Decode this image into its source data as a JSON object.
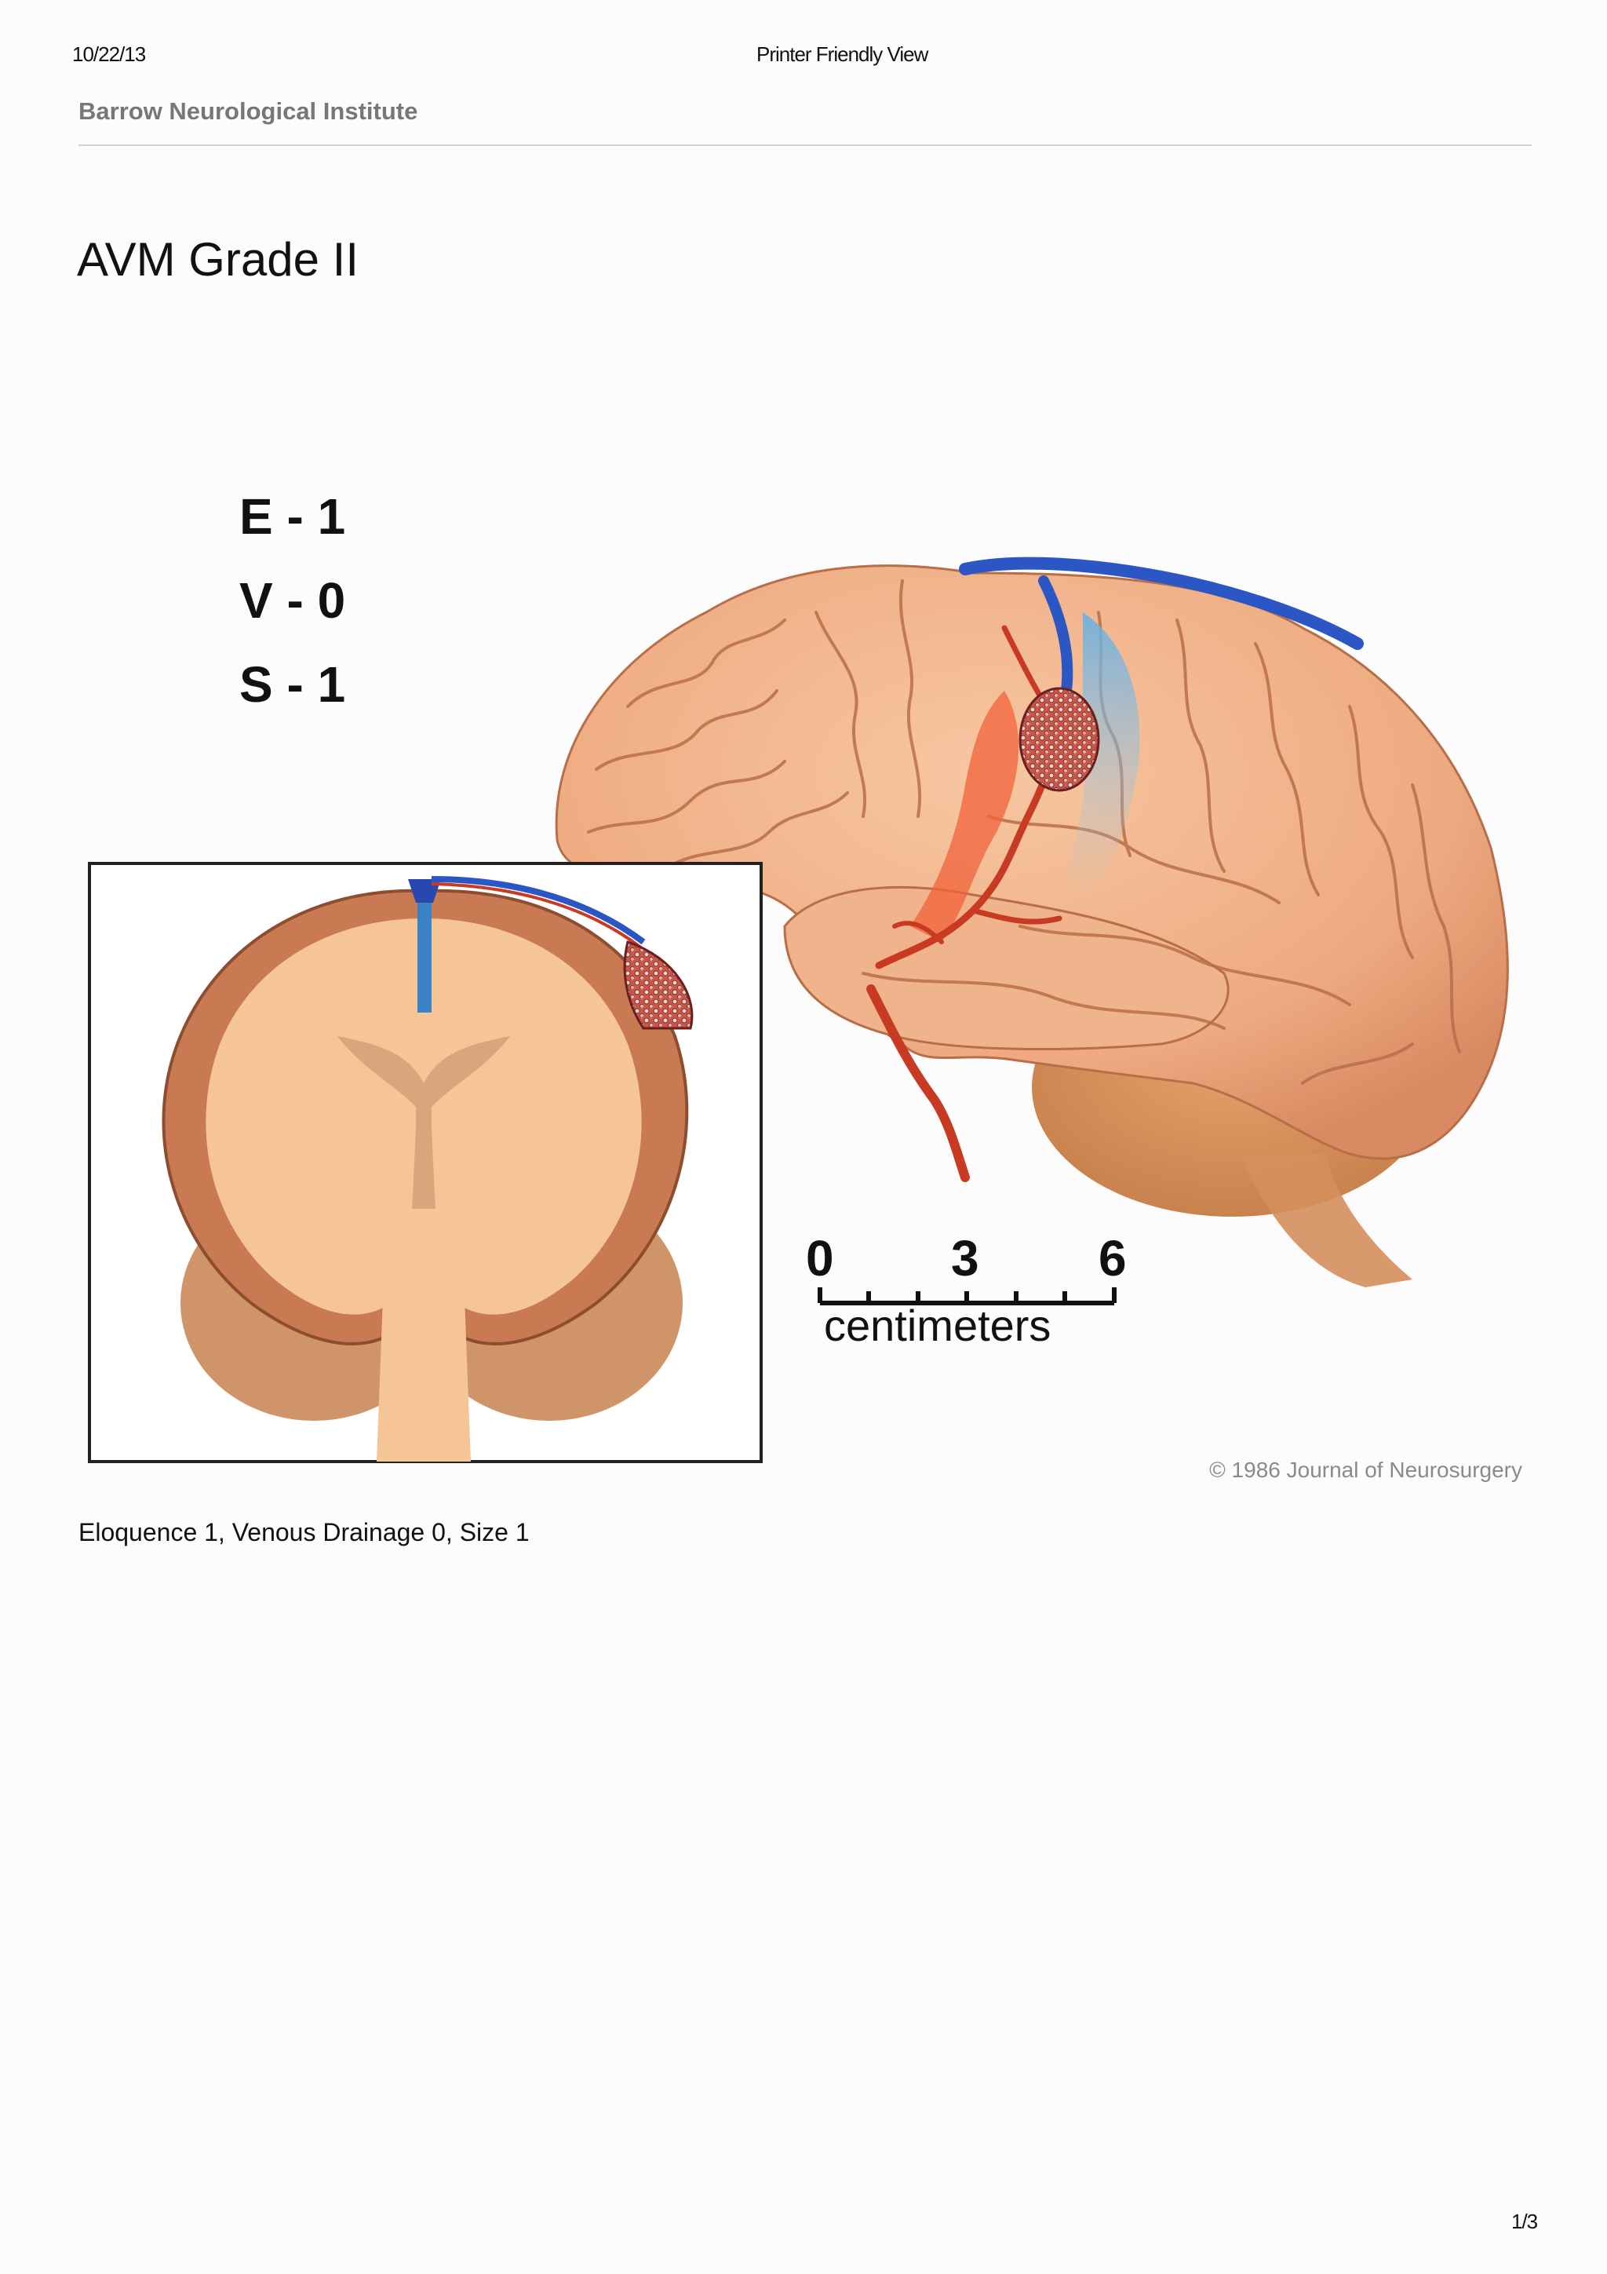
{
  "header": {
    "date": "10/22/13",
    "title": "Printer Friendly View",
    "site_name": "Barrow Neurological Institute"
  },
  "article": {
    "title": "AVM Grade II",
    "caption": "Eloquence 1, Venous Drainage 0, Size 1"
  },
  "figure": {
    "grade_labels": [
      "E - 1",
      "V - 0",
      "S - 1"
    ],
    "scale_ticks": [
      "0",
      "3",
      "6"
    ],
    "scale_unit": "centimeters",
    "copyright": "© 1986 Journal of Neurosurgery",
    "colors": {
      "brain": "#f2b48c",
      "vein": "#2b56c4",
      "artery": "#d94a2c",
      "cerebellum": "#d48a55"
    }
  },
  "footer": {
    "page": "1/3"
  }
}
